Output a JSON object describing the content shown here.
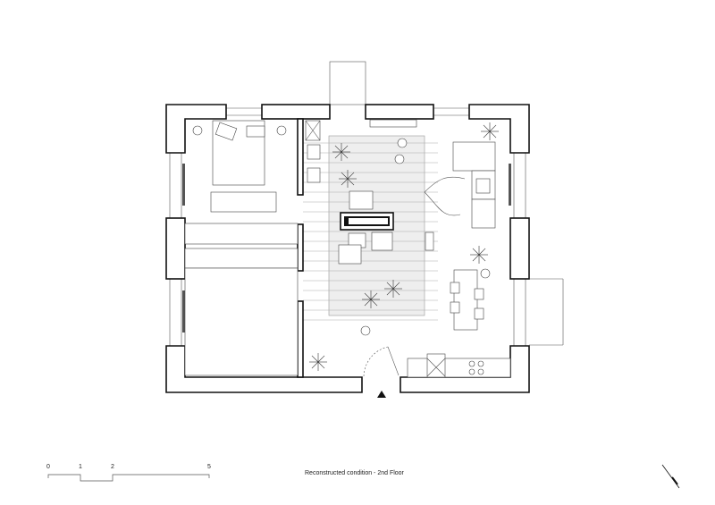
{
  "caption": "Reconstructed condition - 2nd Floor",
  "scale_bar": {
    "labels": [
      "0",
      "1",
      "2",
      "5"
    ]
  },
  "north_arrow": "north-arrow-icon",
  "entrance_marker": "triangle-up-icon"
}
